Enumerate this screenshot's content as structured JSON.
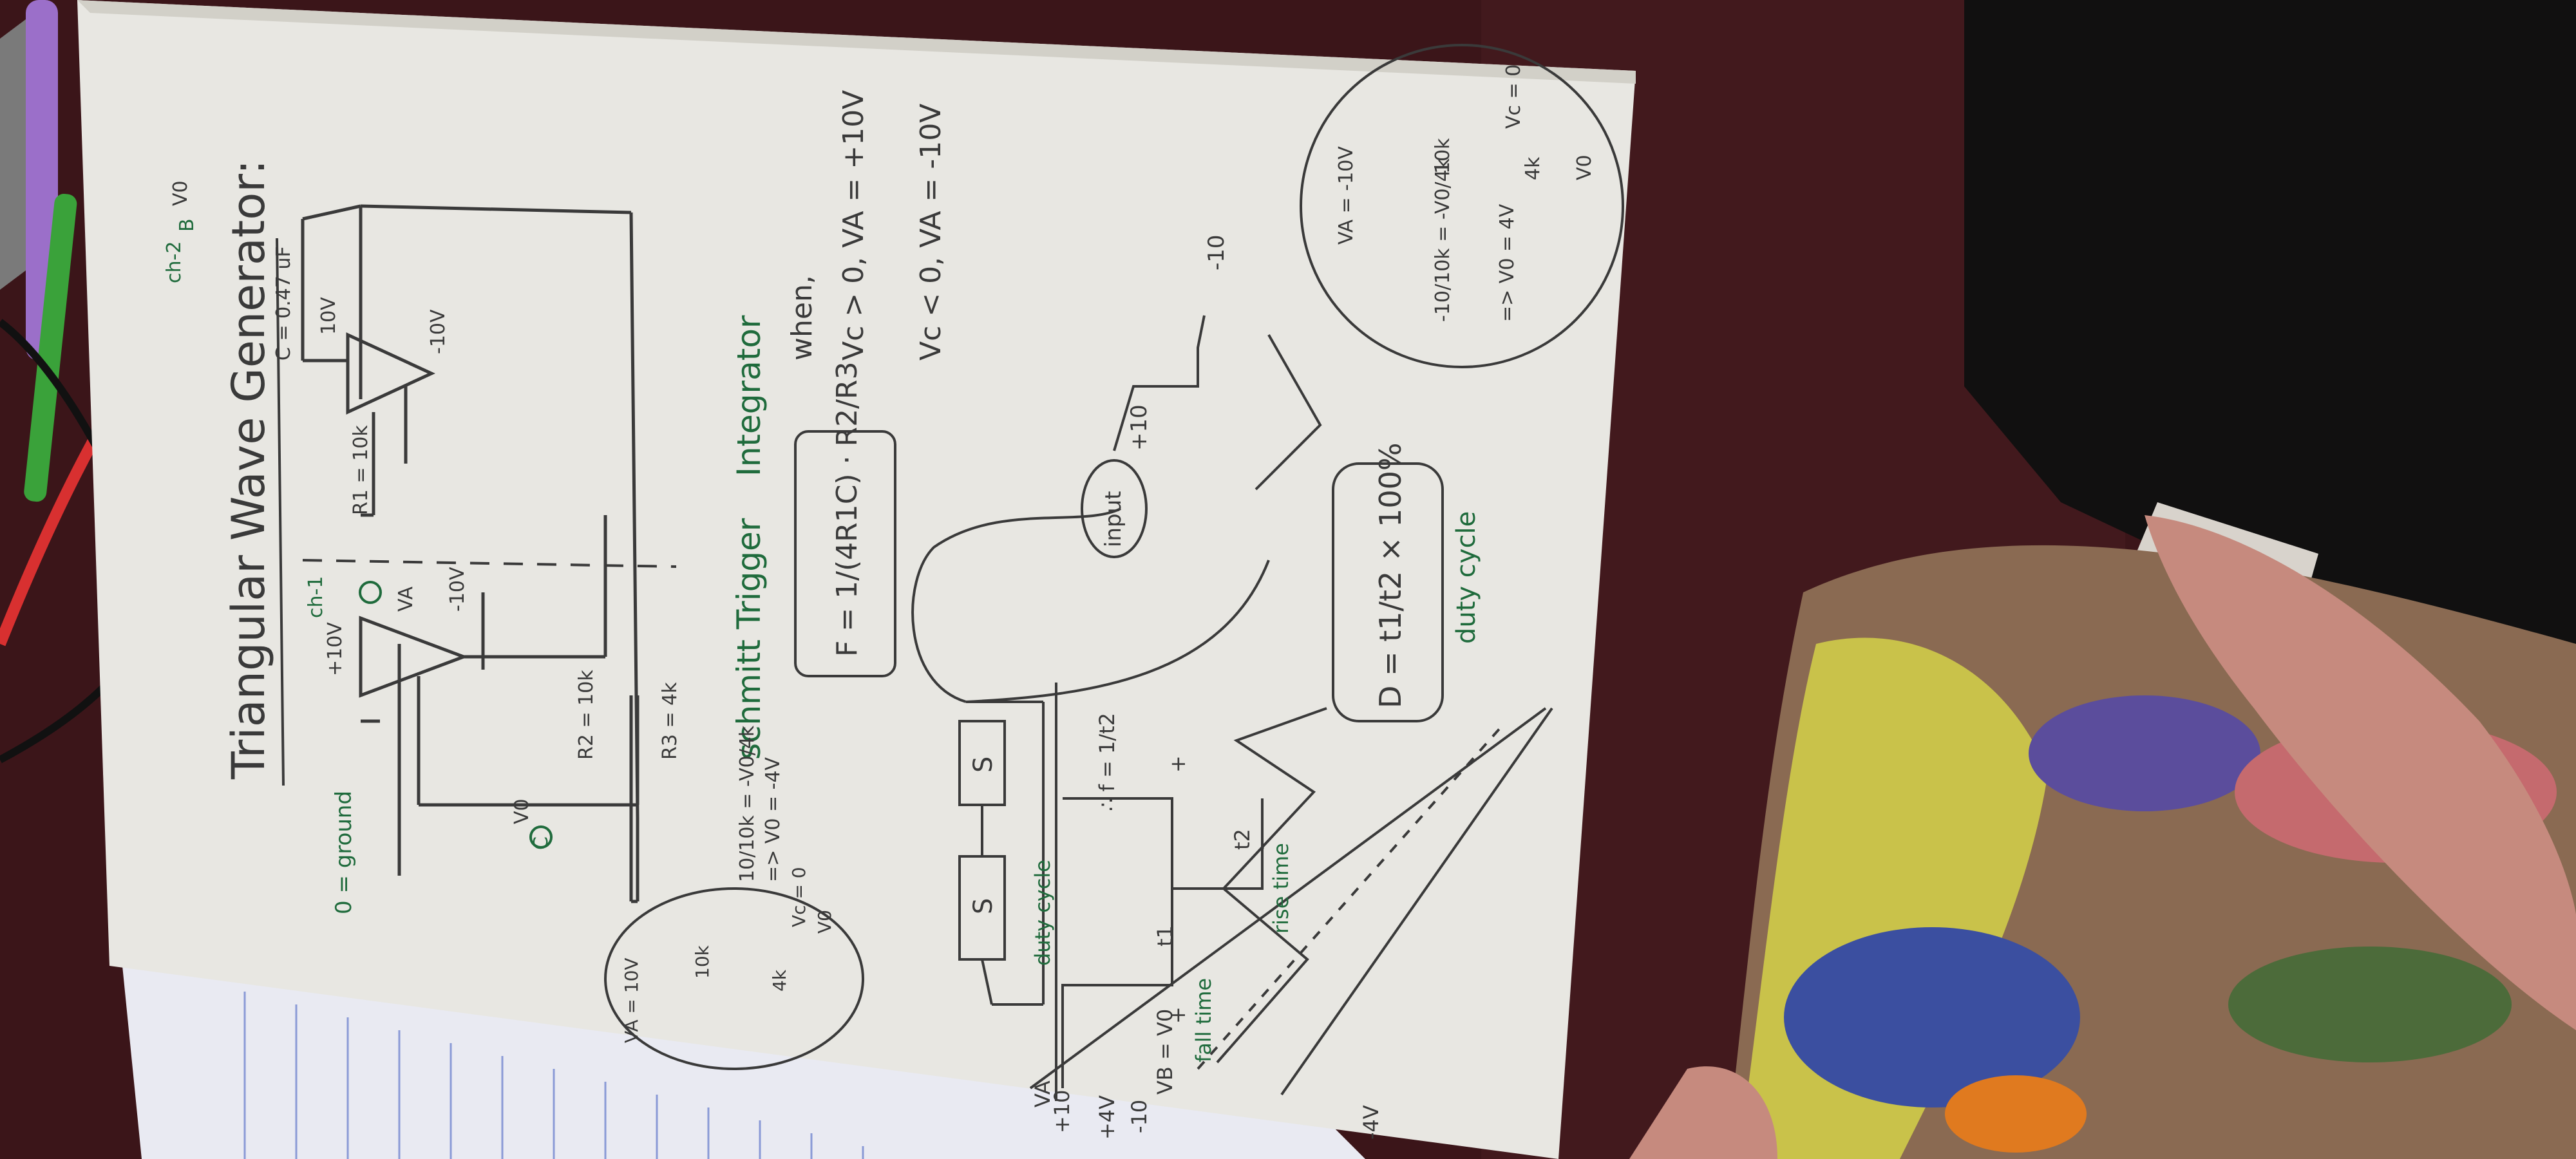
{
  "notes": {
    "title": "Triangular Wave Generator:",
    "ground_label": "0 = ground",
    "schmitt": {
      "vpos": "+10V",
      "vneg": "-10V",
      "node_a": "VA",
      "ch1": "ch-1",
      "r2": "R2 = 10k",
      "r3": "R3 = 4k",
      "node_vo": "V0",
      "node_c": "C"
    },
    "integrator": {
      "cap": "C = 0.47 uF",
      "r1": "R1 = 10k",
      "vpos": "10V",
      "vneg": "-10V",
      "ch2": "ch-2",
      "vo": "V0",
      "node_b": "B"
    },
    "section_schmitt": "schmitt Trigger",
    "section_integrator": "Integrator",
    "left_calc": [
      "10/10k = -V0/4k",
      "=> V0 = -4V"
    ],
    "left_circle": {
      "va": "VA = 10V",
      "r_top": "10k",
      "vc": "Vc = 0",
      "r_bot": "4k",
      "vo": "V0"
    },
    "formula": "F = 1/(4R1C) · R2/R3",
    "conditions": [
      "when,",
      "Vc > 0, VA = +10V",
      "Vc < 0, VA = -10V"
    ],
    "right_circle": {
      "va": "VA = -10V",
      "calc": [
        "-10/10k = -V0/4k",
        "=> V0 = 4V"
      ],
      "r_top": "10k",
      "vc": "Vc = 0",
      "r_bot": "4k",
      "vo": "V0"
    },
    "blocks": {
      "s1": "S",
      "s2": "S"
    },
    "input_label": "input",
    "input_levels": [
      "+10",
      "-10"
    ],
    "graph": {
      "axis": "VA",
      "plus10": "+10",
      "minus10": "-10",
      "plus4": "+4V",
      "minus4": "-4V",
      "vb": "VB = V0",
      "duty": "duty cycle",
      "t1": "t1",
      "t2": "t2",
      "fall": "fall time",
      "rise": "rise time",
      "freq": "∴ f = 1/t2",
      "plus": "+",
      "minus": "-"
    },
    "duty_formula": "D = t1/t2 × 100%",
    "duty_caption": "duty cycle"
  },
  "colors": {
    "ink": "#3a3a3a",
    "green": "#1f6b3c",
    "paper": "#ecebe6",
    "table": "#3a1418"
  }
}
